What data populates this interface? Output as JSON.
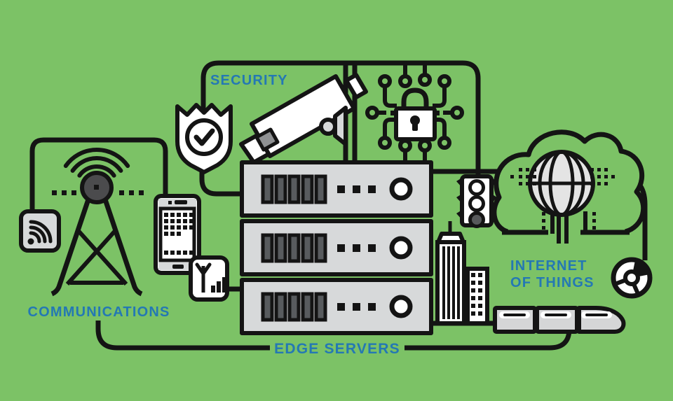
{
  "illustration": {
    "title": "edge computing infographic",
    "labels": {
      "security": "SECURITY",
      "communications": "COMMUNICATIONS",
      "edge_servers": "EDGE SERVERS",
      "internet_of_things_line1": "INTERNET",
      "internet_of_things_line2": "OF THINGS"
    },
    "icons": [
      "radio-tower-icon",
      "wifi-icon",
      "smartphone-icon",
      "signal-meter-icon",
      "shield-check-icon",
      "cctv-camera-icon",
      "circuit-lock-icon",
      "server-rack-icon",
      "traffic-light-icon",
      "skyscraper-icon",
      "office-building-icon",
      "cloud-globe-icon",
      "donut-chart-icon",
      "train-icon"
    ]
  },
  "colors": {
    "background": "#7cc266",
    "line": "#141414",
    "label_blue": "#2478b4",
    "panel_gray": "#d7d9da",
    "train_gray": "#d5d6d7",
    "globe_gray": "#e4e4e4",
    "dome_gray": "#4b4b4d",
    "slot_gray": "#585b5e"
  }
}
